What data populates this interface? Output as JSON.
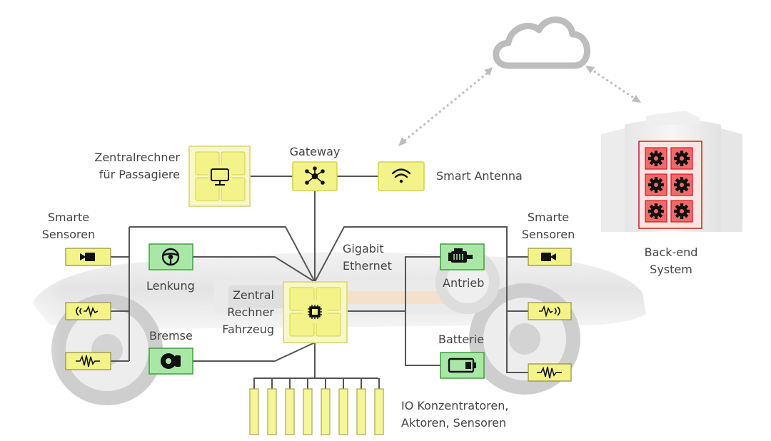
{
  "labels": {
    "zentralrechner_passagiere": "Zentralrechner\nfür Passagiere",
    "gateway": "Gateway",
    "smart_antenna": "Smart Antenna",
    "smarte_sensoren_left": "Smarte\nSensoren",
    "smarte_sensoren_right": "Smarte\nSensoren",
    "lenkung": "Lenkung",
    "bremse": "Bremse",
    "gigabit_ethernet": "Gigabit\nEthernet",
    "zentral_rechner_fahrzeug": "Zentral\nRechner\nFahrzeug",
    "antrieb": "Antrieb",
    "batterie": "Batterie",
    "io_konzentratoren": "IO Konzentratoren,\nAktoren, Sensoren",
    "backend_system": "Back-end\nSystem"
  },
  "icons": {
    "passenger_computer": "monitor-icon",
    "gateway": "network-hub-icon",
    "antenna": "wifi-icon",
    "central_computer": "chip-icon",
    "steering": "steering-wheel-icon",
    "brake": "brake-disc-icon",
    "drive": "motor-icon",
    "battery": "battery-icon",
    "camera": "camera-icon",
    "radar": "radar-icon",
    "signal": "signal-wave-icon",
    "cloud": "cloud-icon",
    "gear": "gear-icon"
  },
  "colors": {
    "yellow_fill": "#f5f59a",
    "yellow_border": "#d8d84a",
    "green_fill": "#a9e7a6",
    "green_border": "#3f9f3c",
    "red_fill": "#f06a6a",
    "red_border": "#d01c1c",
    "line": "#555555",
    "cloud": "#bdbdbd",
    "text": "#444444"
  },
  "io_concentrator_count": 8,
  "backend_gear_count": 6
}
